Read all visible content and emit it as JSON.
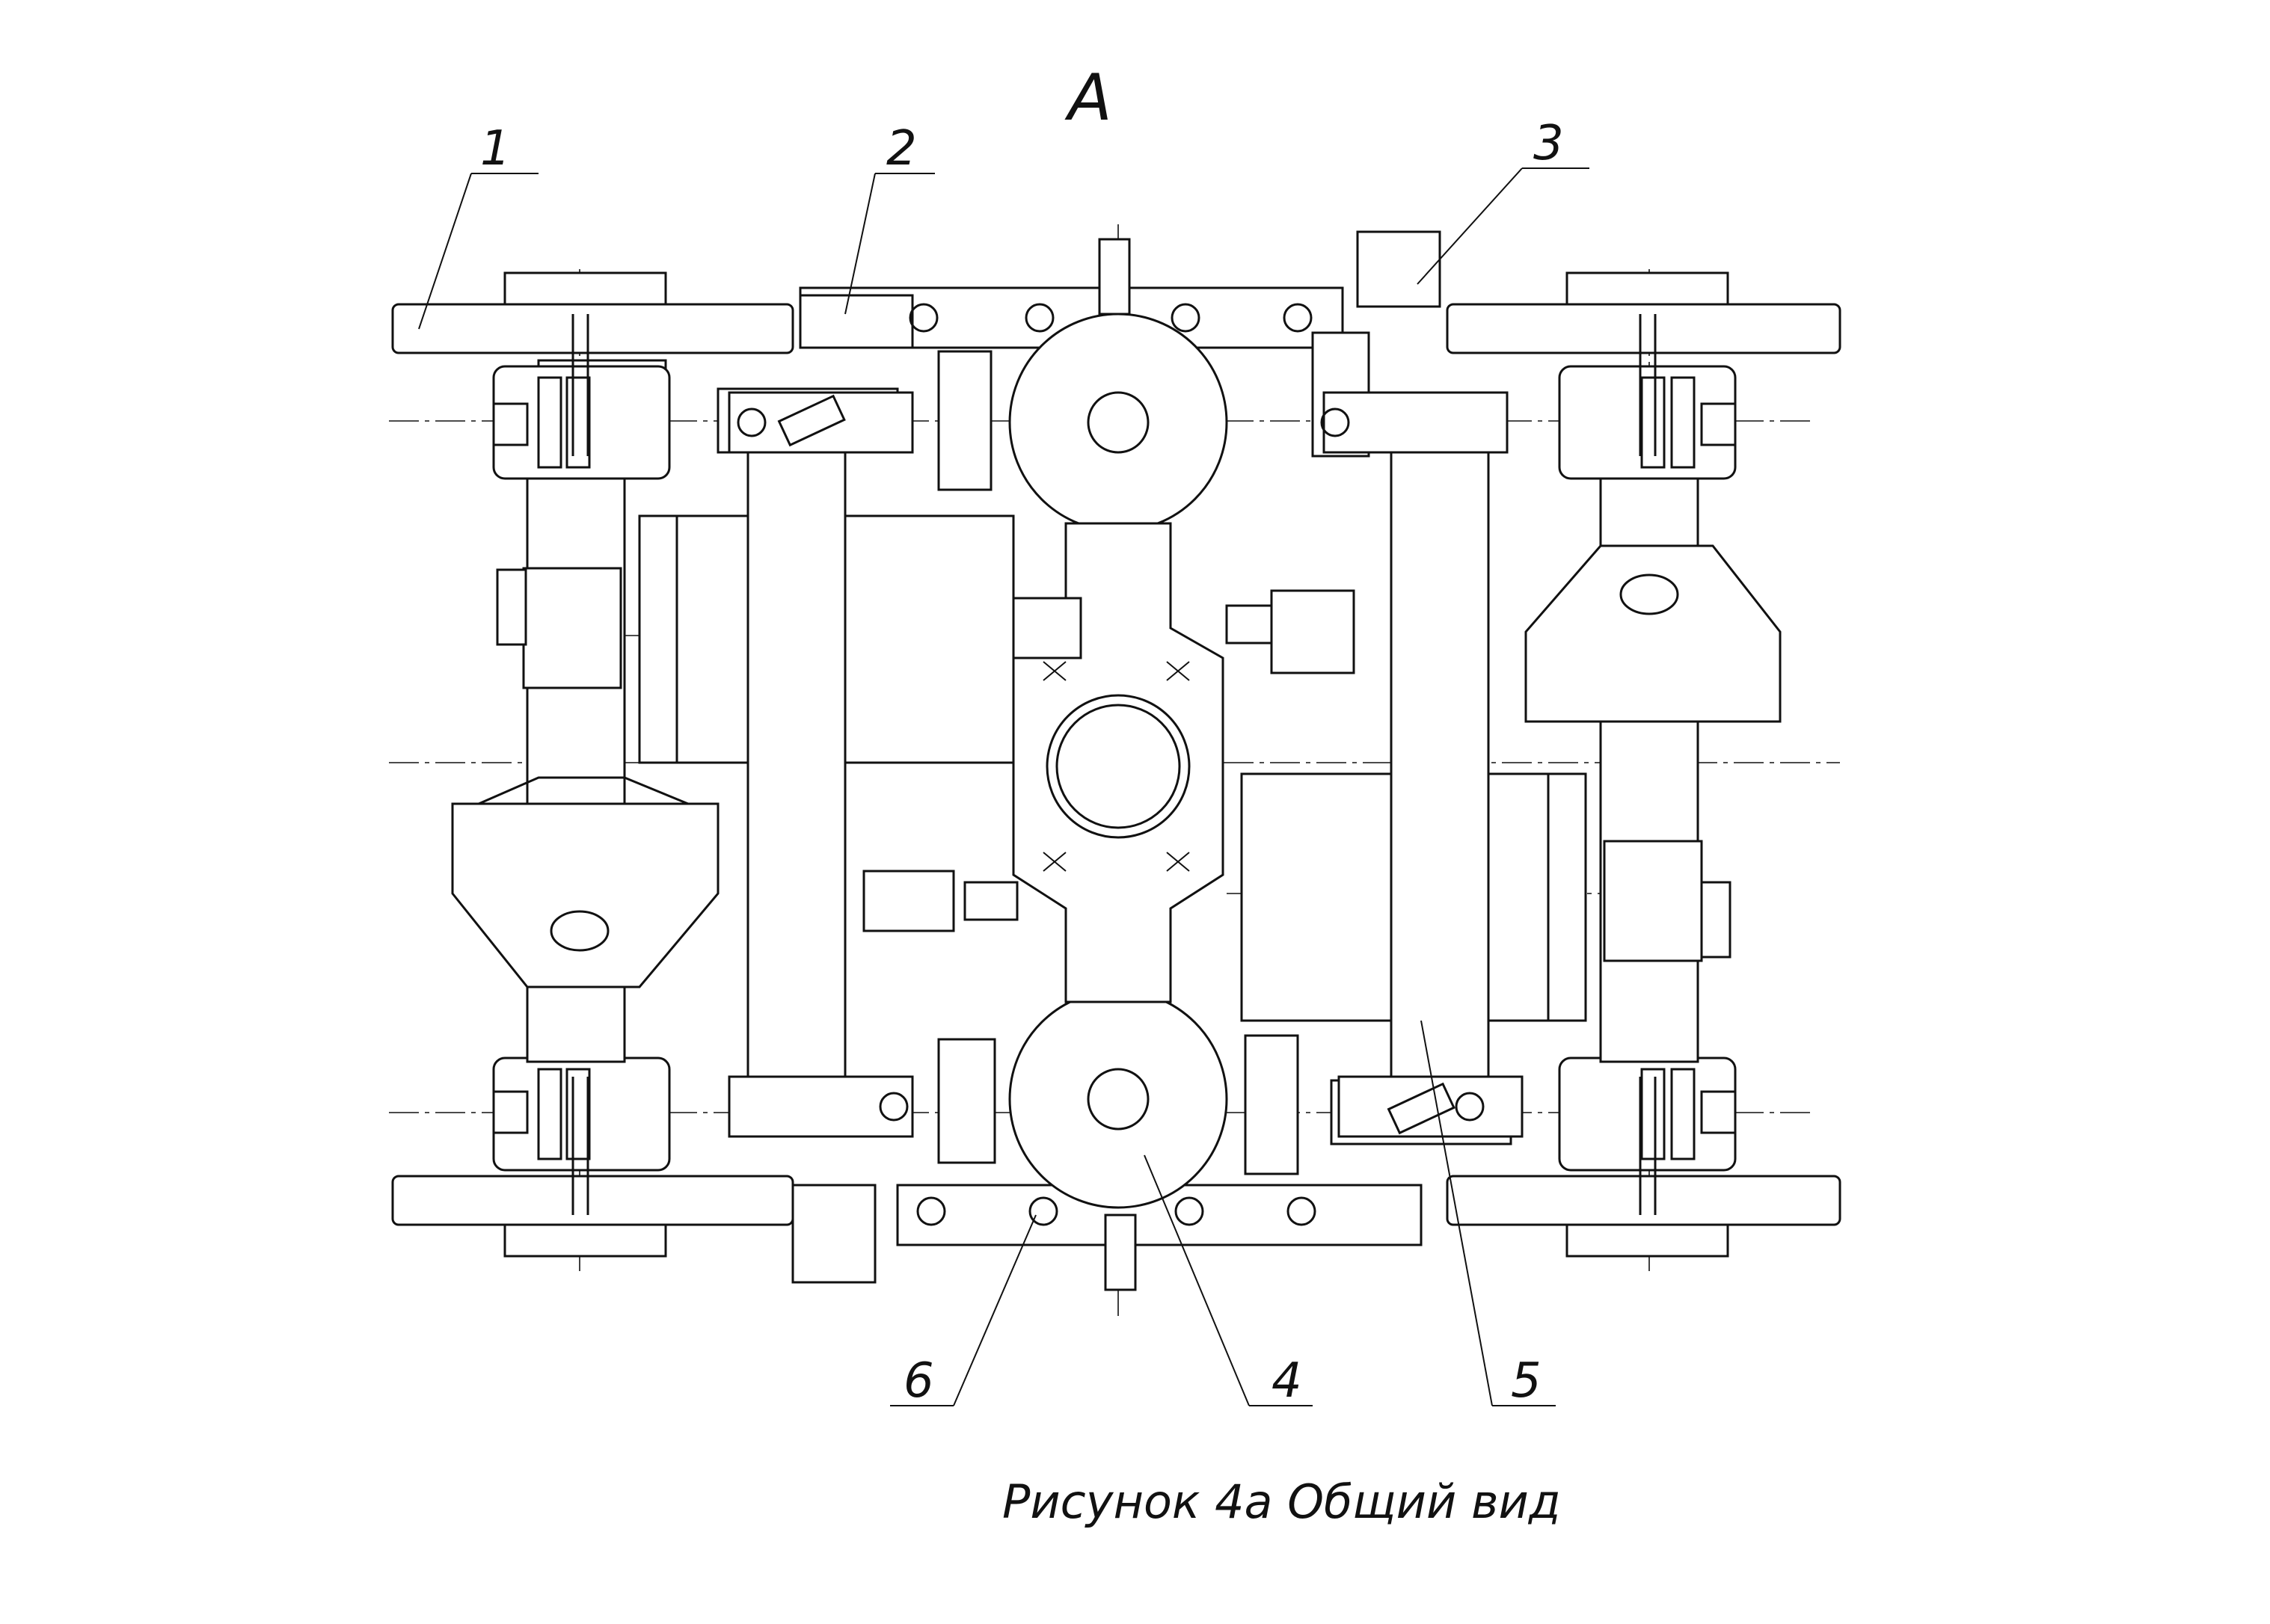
{
  "view_label": "А",
  "callouts": [
    {
      "id": "1",
      "label": "1"
    },
    {
      "id": "2",
      "label": "2"
    },
    {
      "id": "3",
      "label": "3"
    },
    {
      "id": "4",
      "label": "4"
    },
    {
      "id": "5",
      "label": "5"
    },
    {
      "id": "6",
      "label": "6"
    }
  ],
  "caption": "Рисунок 4а Общий вид"
}
